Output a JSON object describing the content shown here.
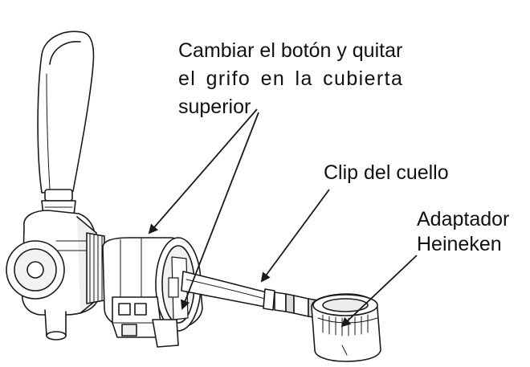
{
  "labels": {
    "cambiar_line1": "Cambiar el botón y quitar",
    "cambiar_line2": "el grifo en la cubierta",
    "cambiar_line3": "superior",
    "clip": "Clip del cuello",
    "adaptador_line1": "Adaptador",
    "adaptador_line2": "Heineken"
  },
  "colors": {
    "stroke": "#1a1a1a",
    "fill": "#ffffff",
    "shade": "#e6e6e6",
    "dark": "#4a4a4a"
  }
}
